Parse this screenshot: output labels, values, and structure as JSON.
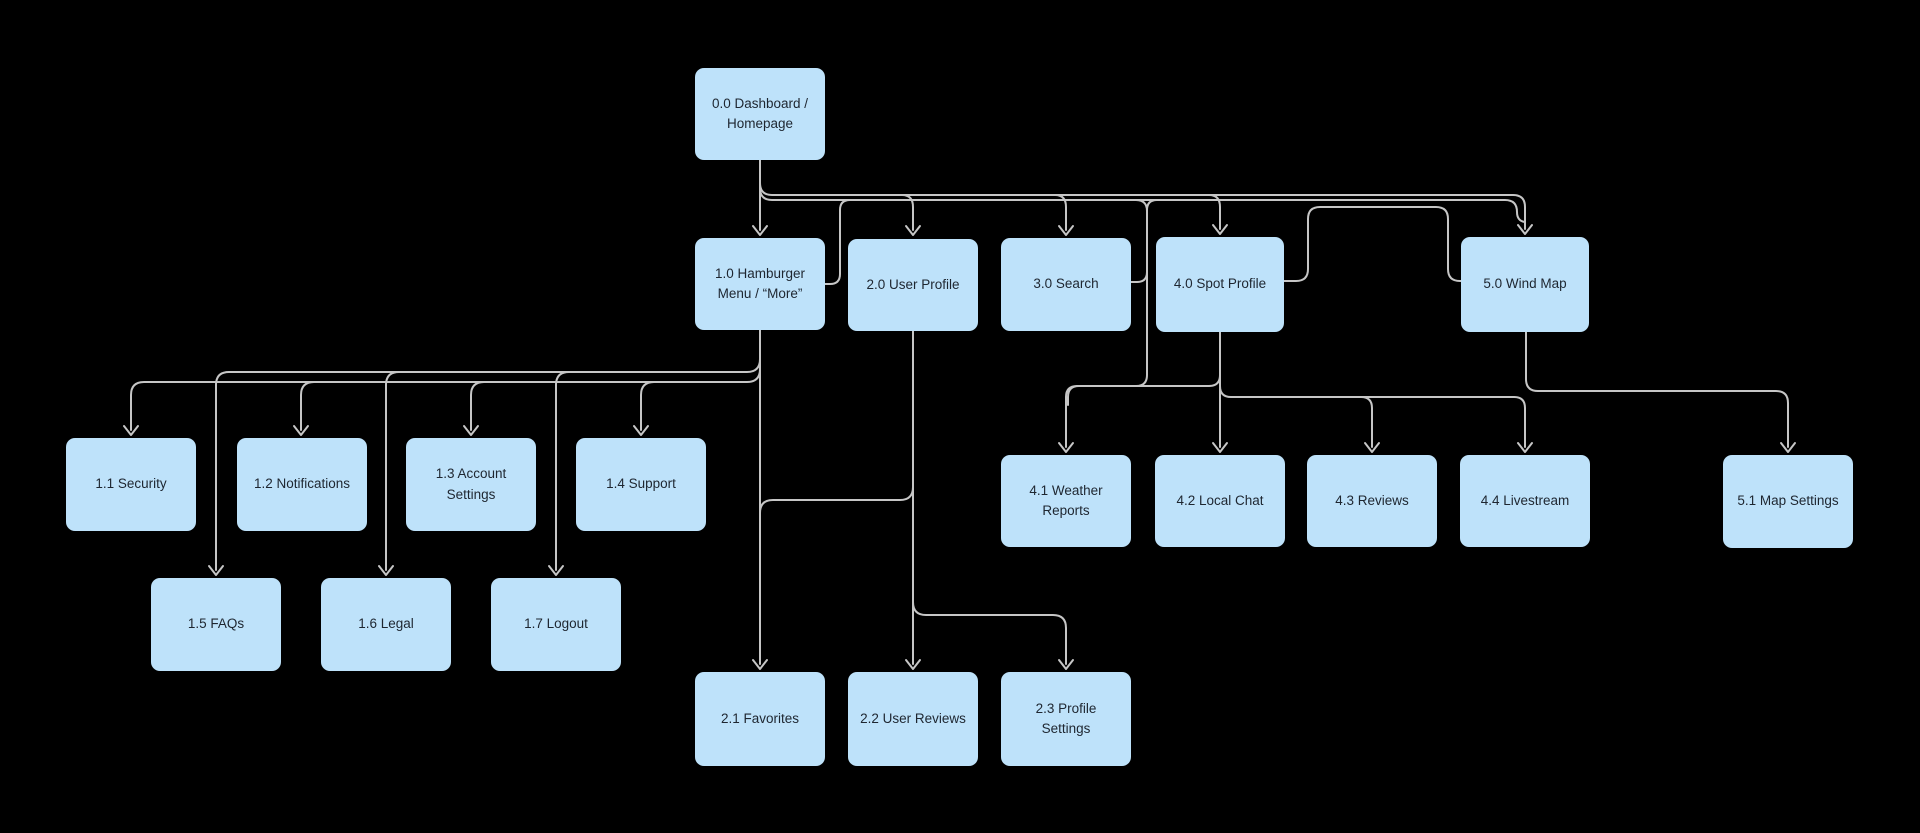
{
  "app": {
    "title": "Sitemap flow diagram",
    "background": "#000000"
  },
  "colors": {
    "background": "#000000",
    "node_fill": "#BEE2FA",
    "node_text": "#1E2630",
    "connector": "#C6C6C6"
  },
  "nodes": {
    "n00": {
      "label": "0.0 Dashboard / Homepage"
    },
    "n10": {
      "label": "1.0 Hamburger Menu / “More”"
    },
    "n20": {
      "label": "2.0 User Profile"
    },
    "n30": {
      "label": "3.0 Search"
    },
    "n40": {
      "label": "4.0 Spot Profile"
    },
    "n50": {
      "label": "5.0 Wind Map"
    },
    "n11": {
      "label": "1.1 Security"
    },
    "n12": {
      "label": "1.2 Notifications"
    },
    "n13": {
      "label": "1.3 Account Settings"
    },
    "n14": {
      "label": "1.4 Support"
    },
    "n15": {
      "label": "1.5 FAQs"
    },
    "n16": {
      "label": "1.6 Legal"
    },
    "n17": {
      "label": "1.7 Logout"
    },
    "n21": {
      "label": "2.1 Favorites"
    },
    "n22": {
      "label": "2.2 User Reviews"
    },
    "n23": {
      "label": "2.3 Profile Settings"
    },
    "n41": {
      "label": "4.1 Weather Reports"
    },
    "n42": {
      "label": "4.2 Local Chat"
    },
    "n43": {
      "label": "4.3 Reviews"
    },
    "n44": {
      "label": "4.4 Livestream"
    },
    "n51": {
      "label": "5.1 Map Settings"
    }
  },
  "edges": [
    {
      "from": "0.0",
      "to": "1.0"
    },
    {
      "from": "0.0",
      "to": "2.0"
    },
    {
      "from": "0.0",
      "to": "3.0"
    },
    {
      "from": "0.0",
      "to": "4.0"
    },
    {
      "from": "0.0",
      "to": "5.0"
    },
    {
      "from": "1.0",
      "to": "1.1"
    },
    {
      "from": "1.0",
      "to": "1.2"
    },
    {
      "from": "1.0",
      "to": "1.3"
    },
    {
      "from": "1.0",
      "to": "1.4"
    },
    {
      "from": "1.0",
      "to": "1.5"
    },
    {
      "from": "1.0",
      "to": "1.6"
    },
    {
      "from": "1.0",
      "to": "1.7"
    },
    {
      "from": "2.0",
      "to": "2.1"
    },
    {
      "from": "2.0",
      "to": "2.2"
    },
    {
      "from": "2.0",
      "to": "2.3"
    },
    {
      "from": "4.0",
      "to": "4.1"
    },
    {
      "from": "4.0",
      "to": "4.2"
    },
    {
      "from": "4.0",
      "to": "4.3"
    },
    {
      "from": "4.0",
      "to": "4.4"
    },
    {
      "from": "5.0",
      "to": "5.1"
    },
    {
      "from": "1.0",
      "to": "main-flow",
      "type": "side-link"
    },
    {
      "from": "3.0",
      "to": "main-flow",
      "type": "side-link"
    },
    {
      "from": "4.0",
      "to": "5.0",
      "type": "side-link"
    }
  ]
}
